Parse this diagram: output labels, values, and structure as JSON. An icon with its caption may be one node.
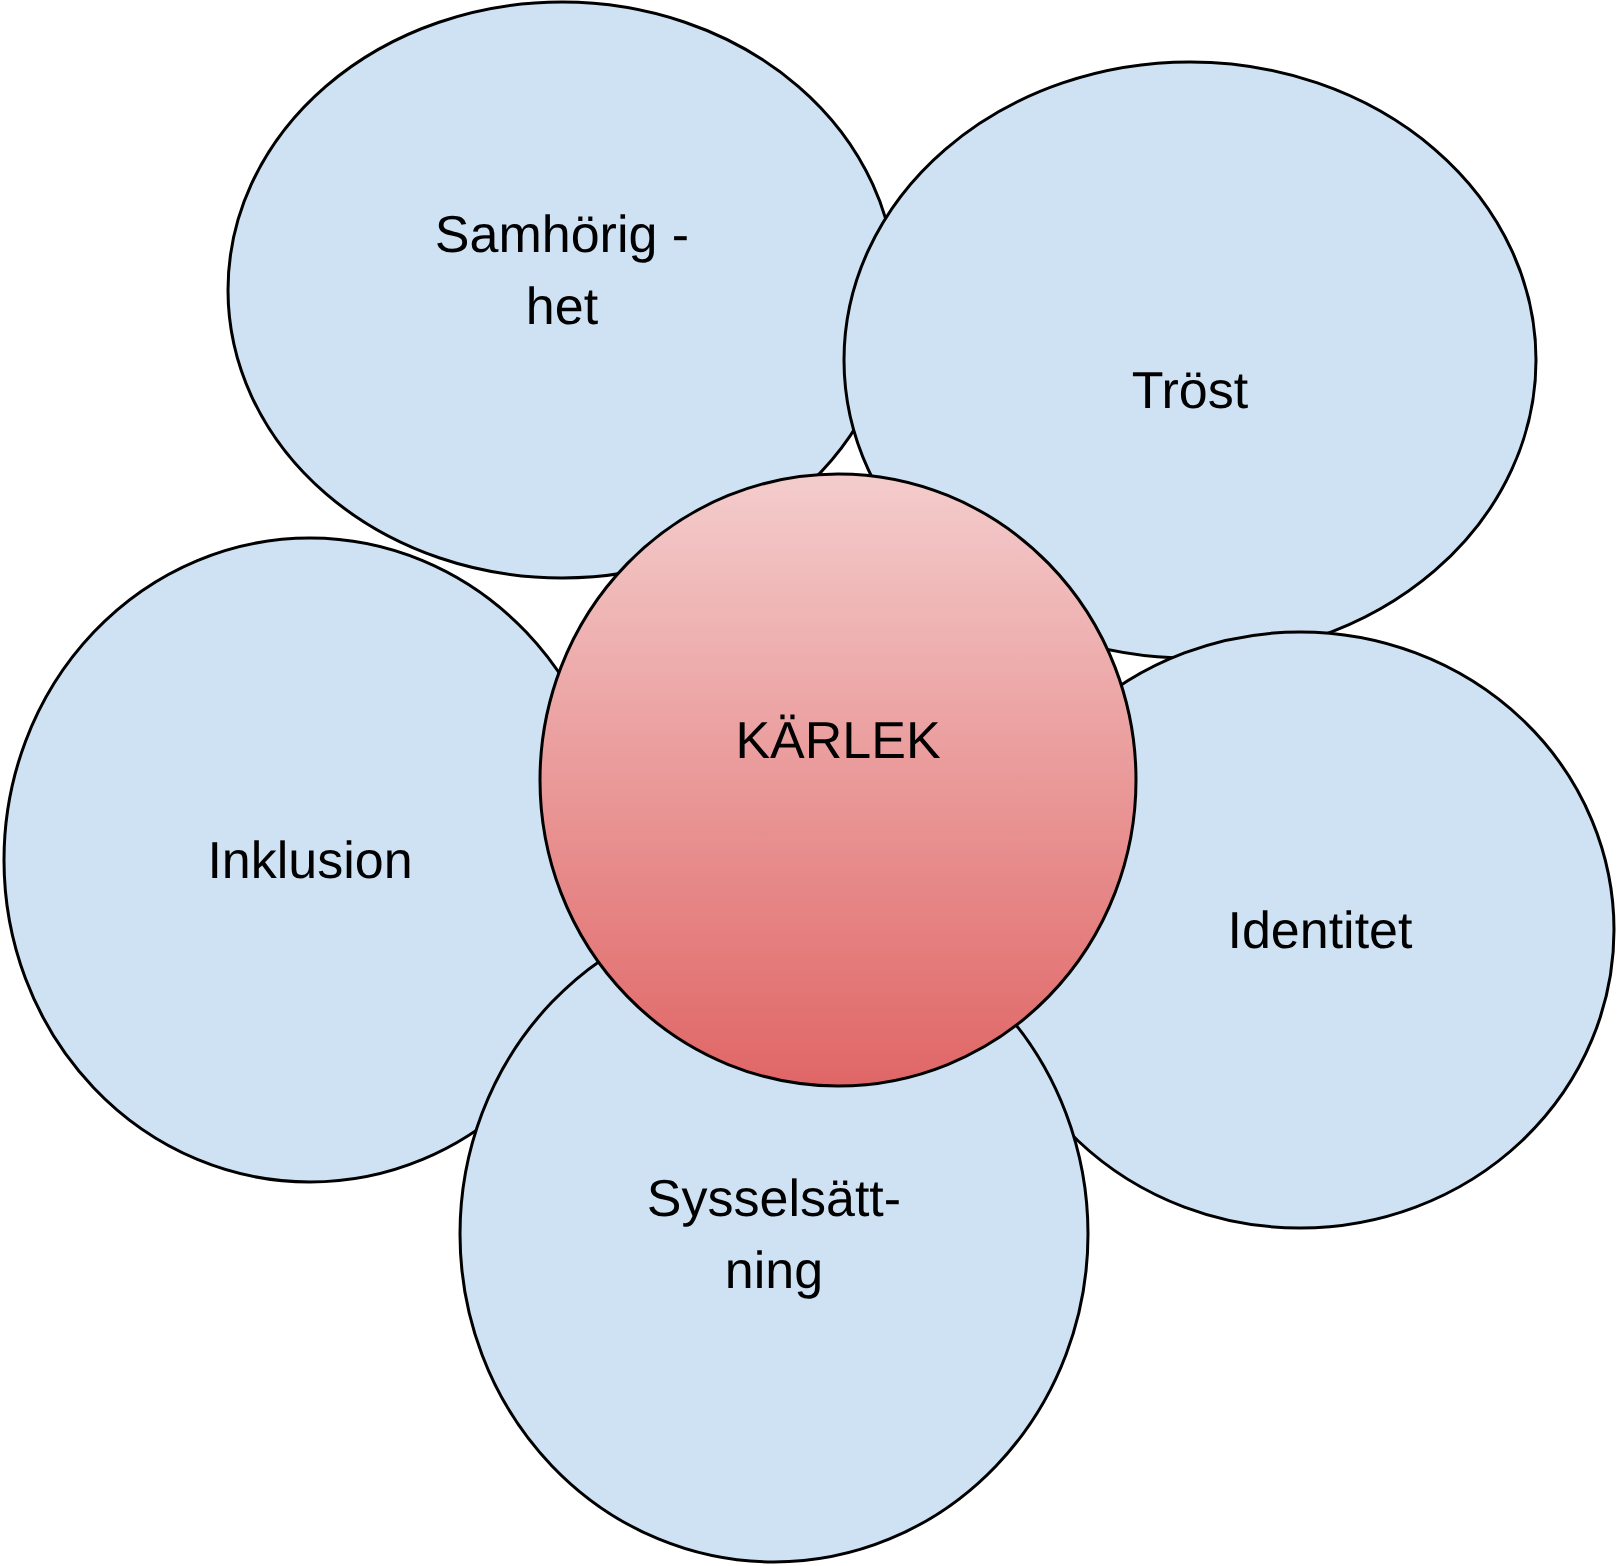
{
  "diagram": {
    "nodes": [
      {
        "text": [
          "Samhörig -het"
        ]
      },
      {
        "text": [
          "Tröst"
        ]
      },
      {
        "text": [
          "KÄRLEK"
        ]
      },
      {
        "text": [
          "Inklusion"
        ]
      },
      {
        "text": [
          "Identitet"
        ]
      },
      {
        "text": [
          "Sysselsätt- ning"
        ]
      }
    ]
  }
}
